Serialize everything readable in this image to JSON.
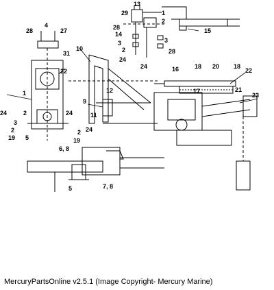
{
  "diagram": {
    "callouts": [
      {
        "id": "c13",
        "label": "13"
      },
      {
        "id": "c29",
        "label": "29"
      },
      {
        "id": "c1a",
        "label": "1"
      },
      {
        "id": "c2a",
        "label": "2"
      },
      {
        "id": "c15",
        "label": "15"
      },
      {
        "id": "c28a",
        "label": "28"
      },
      {
        "id": "c4",
        "label": "4"
      },
      {
        "id": "c27",
        "label": "27"
      },
      {
        "id": "c14",
        "label": "14"
      },
      {
        "id": "c28b",
        "label": "28"
      },
      {
        "id": "c3a",
        "label": "3"
      },
      {
        "id": "c2b",
        "label": "2"
      },
      {
        "id": "c24a",
        "label": "24"
      },
      {
        "id": "c3b",
        "label": "3"
      },
      {
        "id": "c28c",
        "label": "28"
      },
      {
        "id": "c24b",
        "label": "24"
      },
      {
        "id": "c31",
        "label": "31"
      },
      {
        "id": "c10",
        "label": "10"
      },
      {
        "id": "c16",
        "label": "16"
      },
      {
        "id": "c18a",
        "label": "18"
      },
      {
        "id": "c20",
        "label": "20"
      },
      {
        "id": "c18b",
        "label": "18"
      },
      {
        "id": "c22a",
        "label": "22"
      },
      {
        "id": "c22b",
        "label": "22"
      },
      {
        "id": "c17",
        "label": "17"
      },
      {
        "id": "c21",
        "label": "21"
      },
      {
        "id": "c1b",
        "label": "1"
      },
      {
        "id": "c12",
        "label": "12"
      },
      {
        "id": "c23",
        "label": "23"
      },
      {
        "id": "c9",
        "label": "9"
      },
      {
        "id": "c11",
        "label": "11"
      },
      {
        "id": "c24c",
        "label": "24"
      },
      {
        "id": "c2c",
        "label": "2"
      },
      {
        "id": "c24d",
        "label": "24"
      },
      {
        "id": "c3c",
        "label": "3"
      },
      {
        "id": "c2d",
        "label": "2"
      },
      {
        "id": "c19a",
        "label": "19"
      },
      {
        "id": "c5a",
        "label": "5"
      },
      {
        "id": "c2e",
        "label": "2"
      },
      {
        "id": "c24e",
        "label": "24"
      },
      {
        "id": "c19b",
        "label": "19"
      },
      {
        "id": "c68",
        "label": "6, 8"
      },
      {
        "id": "c5b",
        "label": "5"
      },
      {
        "id": "c78",
        "label": "7, 8"
      }
    ]
  },
  "footer": {
    "text": "MercuryPartsOnline v2.5.1 (Image Copyright- Mercury Marine)"
  }
}
